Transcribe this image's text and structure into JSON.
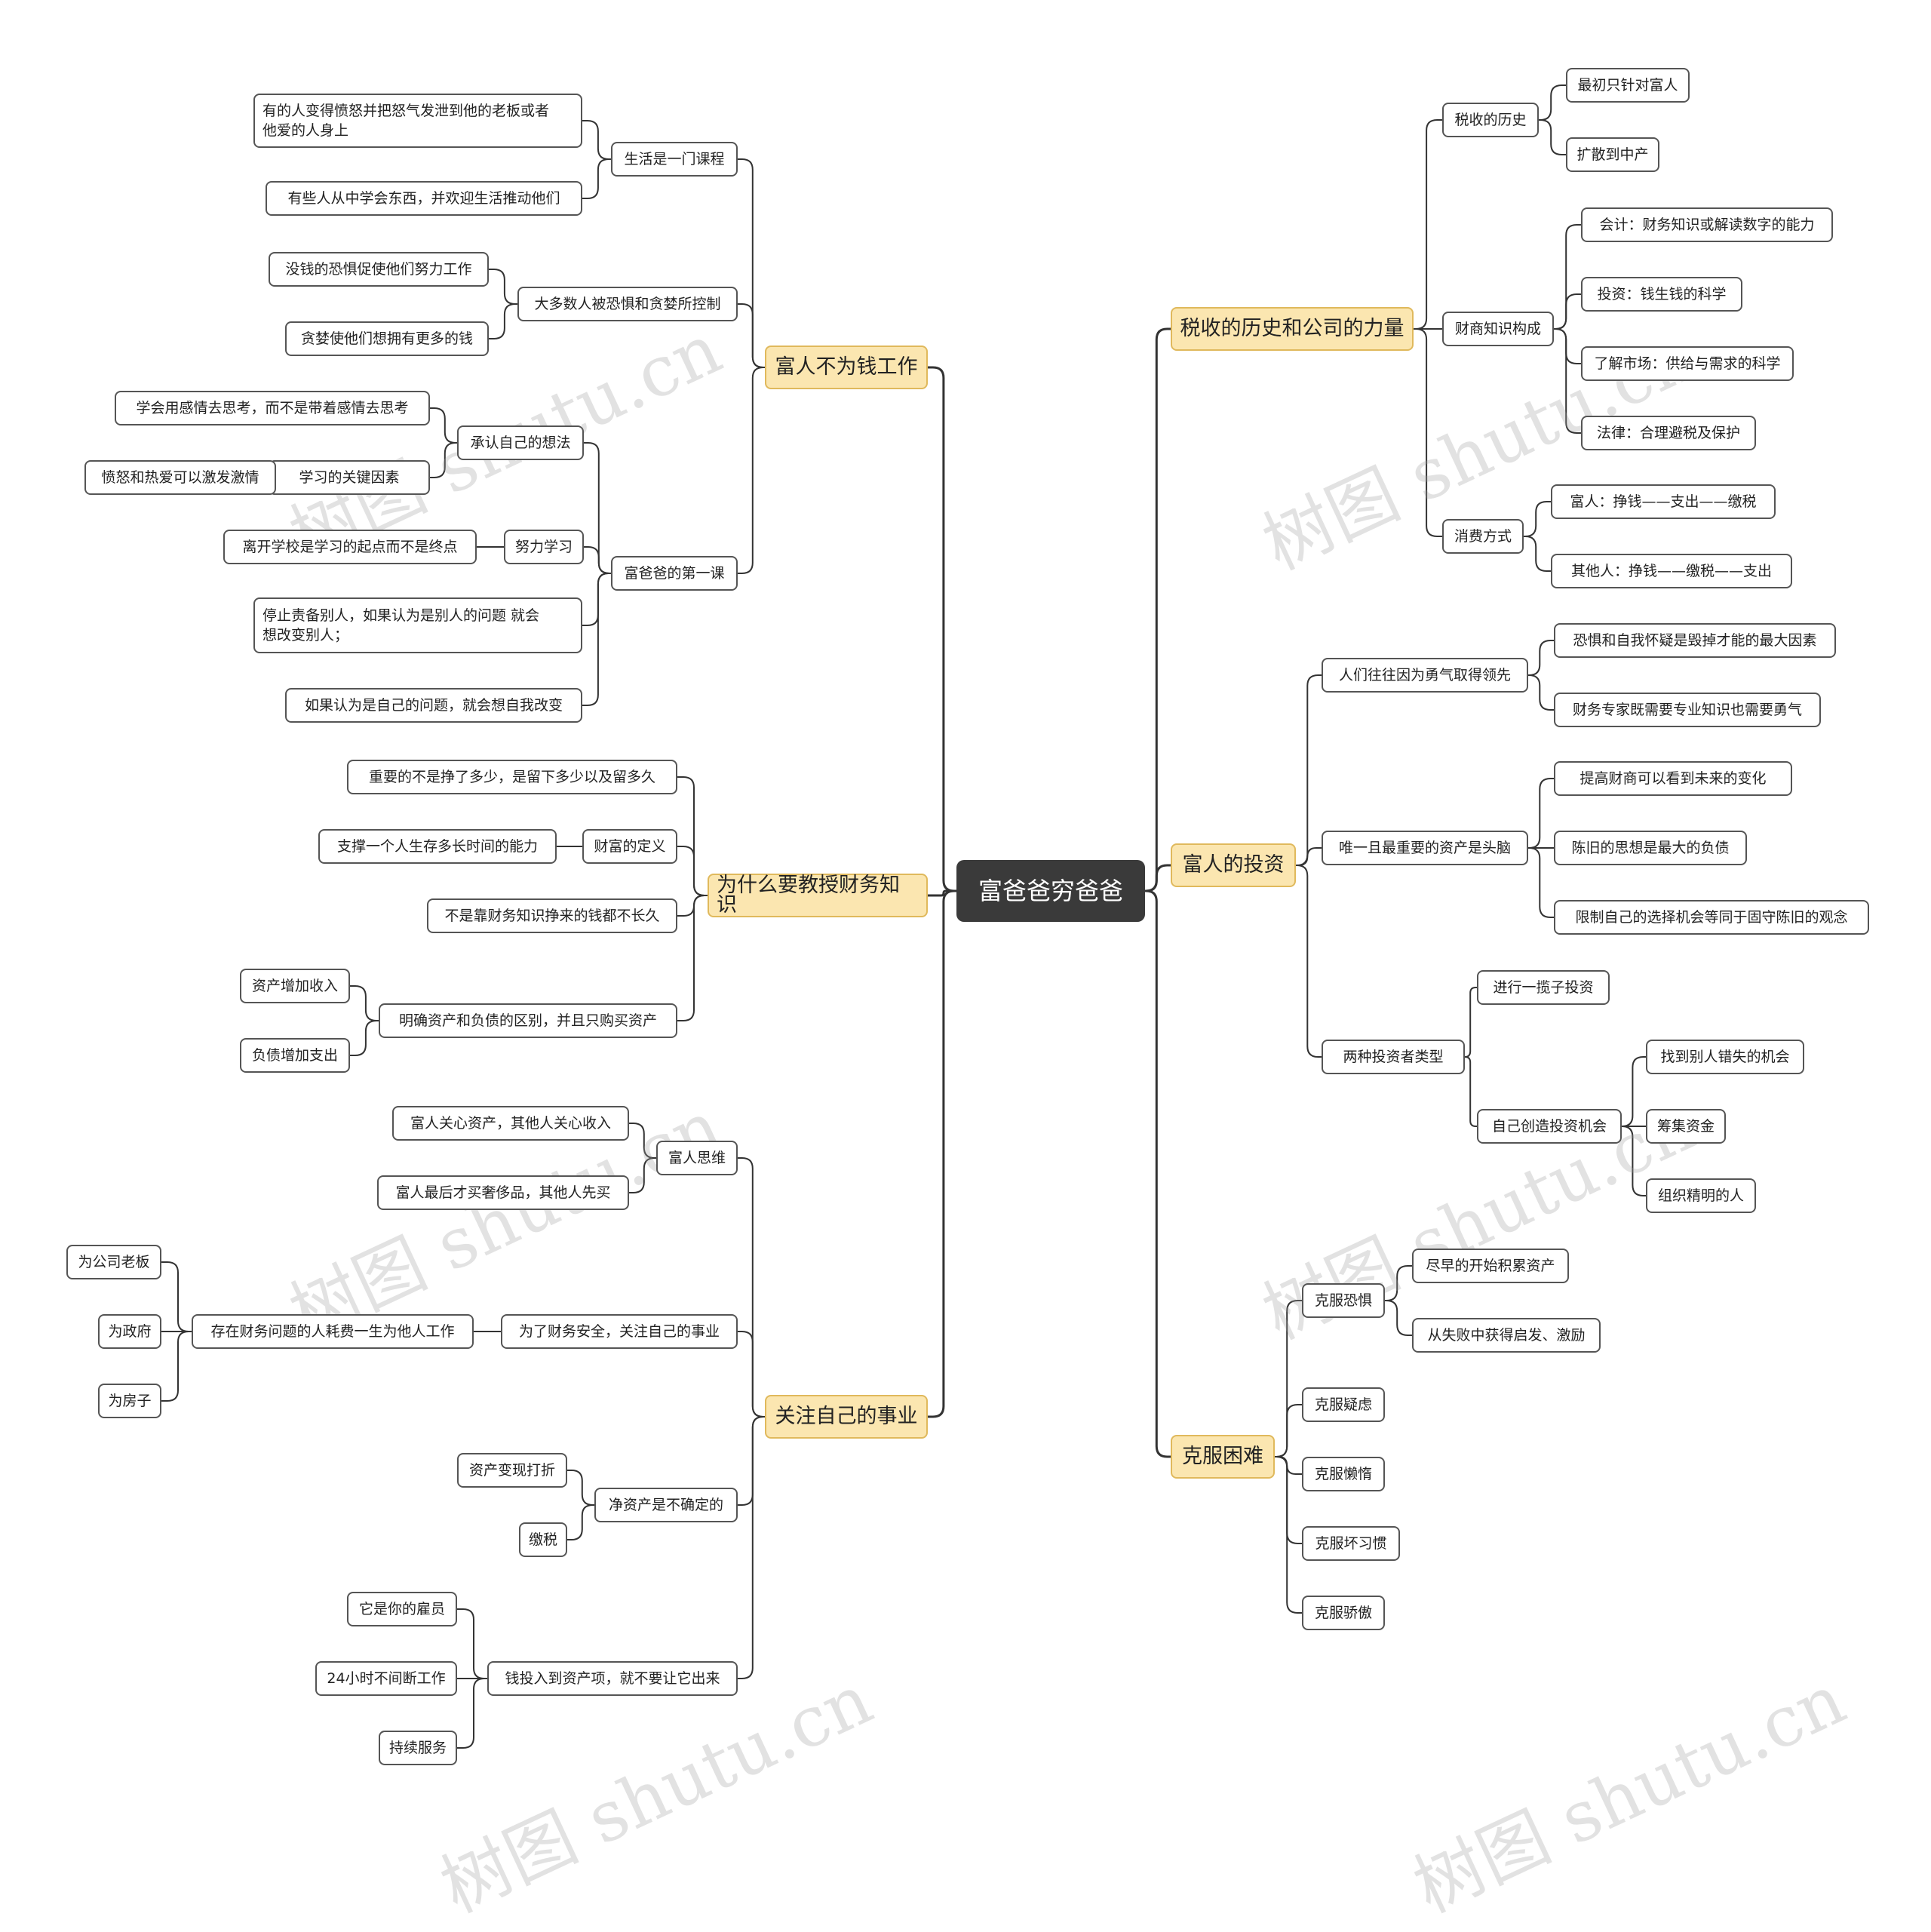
{
  "root": "富爸爸穷爸爸",
  "watermark": "树图 shutu.cn",
  "colors": {
    "root_bg": "#3a3a3a",
    "main_bg": "#fbe6b0",
    "main_border": "#e0b95c",
    "line": "#333333"
  },
  "nodes": {
    "n_tax": "税收的历史和公司的力量",
    "n_tax_hist": "税收的历史",
    "n_tax_h1": "最初只针对富人",
    "n_tax_h2": "扩散到中产",
    "n_fq": "财商知识构成",
    "n_fq1": "会计：财务知识或解读数字的能力",
    "n_fq2": "投资：钱生钱的科学",
    "n_fq3": "了解市场：供给与需求的科学",
    "n_fq4": "法律：合理避税及保护",
    "n_spend": "消费方式",
    "n_spend1": "富人：挣钱——支出——缴税",
    "n_spend2": "其他人：挣钱——缴税——支出",
    "n_inv": "富人的投资",
    "n_brave": "人们往往因为勇气取得领先",
    "n_brave1": "恐惧和自我怀疑是毁掉才能的最大因素",
    "n_brave2": "财务专家既需要专业知识也需要勇气",
    "n_mind": "唯一且最重要的资产是头脑",
    "n_mind1": "提高财商可以看到未来的变化",
    "n_mind2": "陈旧的思想是最大的负债",
    "n_mind3": "限制自己的选择机会等同于固守陈旧的观念",
    "n_types": "两种投资者类型",
    "n_types1": "进行一揽子投资",
    "n_types2": "自己创造投资机会",
    "n_types2a": "找到别人错失的机会",
    "n_types2b": "筹集资金",
    "n_types2c": "组织精明的人",
    "n_over": "克服困难",
    "n_fear": "克服恐惧",
    "n_fear1": "尽早的开始积累资产",
    "n_fear2": "从失败中获得启发、激励",
    "n_doubt": "克服疑虑",
    "n_lazy": "克服懒惰",
    "n_habit": "克服坏习惯",
    "n_pride": "克服骄傲",
    "n_rich": "富人不为钱工作",
    "n_life": "生活是一门课程",
    "n_life1": "有的人变得愤怒并把怒气发泄到他的老板或者\n他爱的人身上",
    "n_life2": "有些人从中学会东西，并欢迎生活推动他们",
    "n_most": "大多数人被恐惧和贪婪所控制",
    "n_most1": "没钱的恐惧促使他们努力工作",
    "n_most2": "贪婪使他们想拥有更多的钱",
    "n_first": "富爸爸的第一课",
    "n_admit": "承认自己的想法",
    "n_admit1": "学会用感情去思考，而不是带着感情去思考",
    "n_key": "学习的关键因素",
    "n_key1": "愤怒和热爱可以激发激情",
    "n_study": "努力学习",
    "n_study1": "离开学校是学习的起点而不是终点",
    "n_first2": "停止责备别人，如果认为是别人的问题 就会\n想改变别人；",
    "n_first3": "如果认为是自己的问题，就会想自我改变",
    "n_why": "为什么要教授财务知识",
    "n_why1": "重要的不是挣了多少，是留下多少以及留多久",
    "n_wdef": "财富的定义",
    "n_wdef1": "支撑一个人生存多长时间的能力",
    "n_why3": "不是靠财务知识挣来的钱都不长久",
    "n_clear": "明确资产和负债的区别，并且只购买资产",
    "n_clear1": "资产增加收入",
    "n_clear2": "负债增加支出",
    "n_focus": "关注自己的事业",
    "n_think": "富人思维",
    "n_think1": "富人关心资产，其他人关心收入",
    "n_think2": "富人最后才买奢侈品，其他人先买",
    "n_safe": "为了财务安全，关注自己的事业",
    "n_life_work": "存在财务问题的人耗费一生为他人工作",
    "n_lw1": "为公司老板",
    "n_lw2": "为政府",
    "n_lw3": "为房子",
    "n_net": "净资产是不确定的",
    "n_net1": "资产变现打折",
    "n_net2": "缴税",
    "n_keep": "钱投入到资产项，就不要让它出来",
    "n_keep1": "它是你的雇员",
    "n_keep2": "24小时不间断工作",
    "n_keep3": "持续服务"
  }
}
